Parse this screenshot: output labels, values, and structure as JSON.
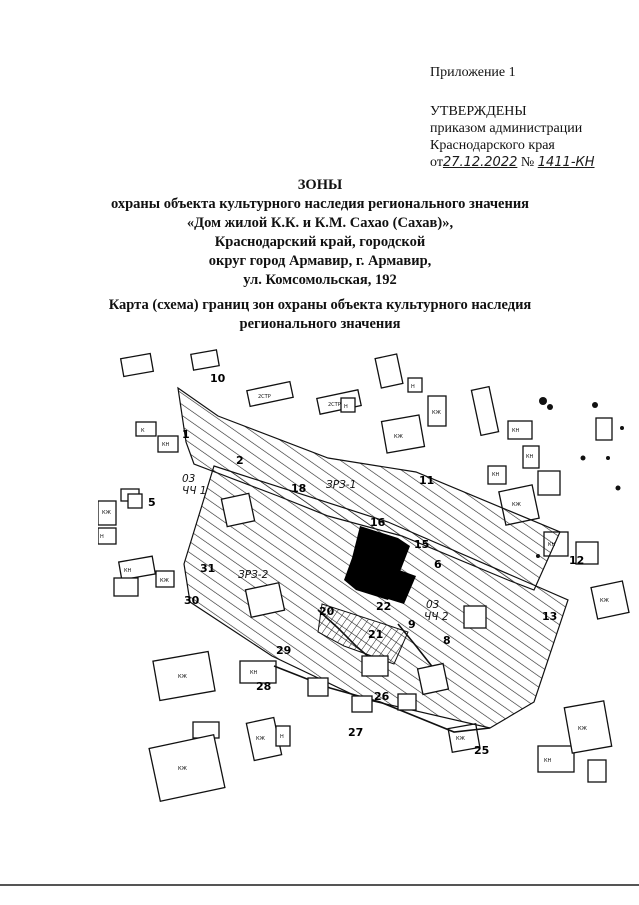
{
  "approval": {
    "appendix": "Приложение 1",
    "approved": "УТВЕРЖДЕНЫ",
    "order_line": "приказом администрации",
    "region_line": "Краснодарского края",
    "date_prefix": "от",
    "date_value": "27.12.2022",
    "number_prefix": "№",
    "number_value": "1411-КН"
  },
  "title": {
    "heading": "ЗОНЫ",
    "line1": "охраны объекта культурного наследия регионального значения",
    "line2": "«Дом жилой К.К. и К.М. Сахао (Сахав)»,",
    "line3": "Краснодарский край, городской",
    "line4": "округ город Армавир, г. Армавир,",
    "line5": "ул. Комсомольская, 192"
  },
  "map_caption": {
    "line1": "Карта (схема) границ зон охраны объекта культурного наследия",
    "line2": "регионального значения"
  },
  "map": {
    "points": [
      "1",
      "2",
      "5",
      "6",
      "8",
      "9",
      "10",
      "11",
      "12",
      "13",
      "15",
      "16",
      "18",
      "20",
      "21",
      "22",
      "25",
      "26",
      "27",
      "28",
      "29",
      "30",
      "31"
    ],
    "zones": [
      "ЗРЗ-1",
      "ЗРЗ-2",
      "03",
      "ЧЧ 1",
      "03",
      "ЧЧ 2"
    ],
    "building_labels": [
      "2СТР",
      "2СТР",
      "Н",
      "Н",
      "К",
      "КН",
      "КЖ",
      "КЖ",
      "КН",
      "КН",
      "КН",
      "КЖ",
      "КЖ",
      "КН",
      "КЖ",
      "Н",
      "КЖ",
      "КН",
      "КЖ",
      "КЖ",
      "КЖ",
      "Н",
      "КН",
      "КЖ",
      "КЖ",
      "КН"
    ]
  },
  "colors": {
    "ink": "#111111",
    "hatch": "#222222",
    "paper": "#ffffff",
    "object": "#000000"
  }
}
